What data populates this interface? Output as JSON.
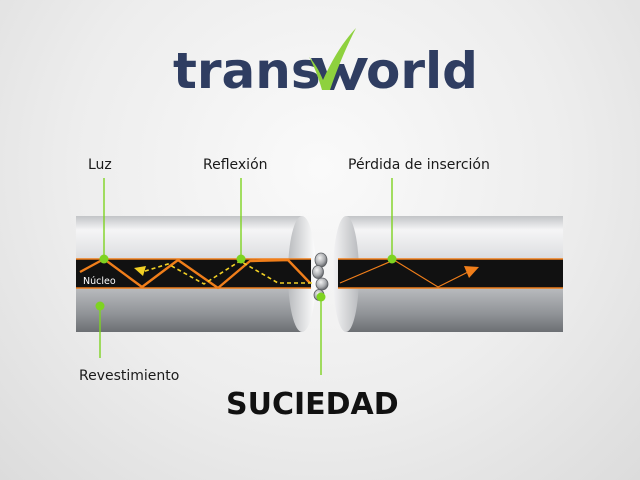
{
  "logo": {
    "text_left": "trans",
    "text_right": "orld",
    "brand_color": "#2f3d61",
    "check_color": "#8ed13e"
  },
  "labels": {
    "light": "Luz",
    "reflection": "Reflexión",
    "insertion_loss": "Pérdida de inserción",
    "core": "Núcleo",
    "cladding": "Revestimiento",
    "dirt": "SUCIEDAD"
  },
  "colors": {
    "marker": "#7ed321",
    "light_path": "#f07e1a",
    "reflected_path": "#f2d024",
    "core": "#111111"
  }
}
